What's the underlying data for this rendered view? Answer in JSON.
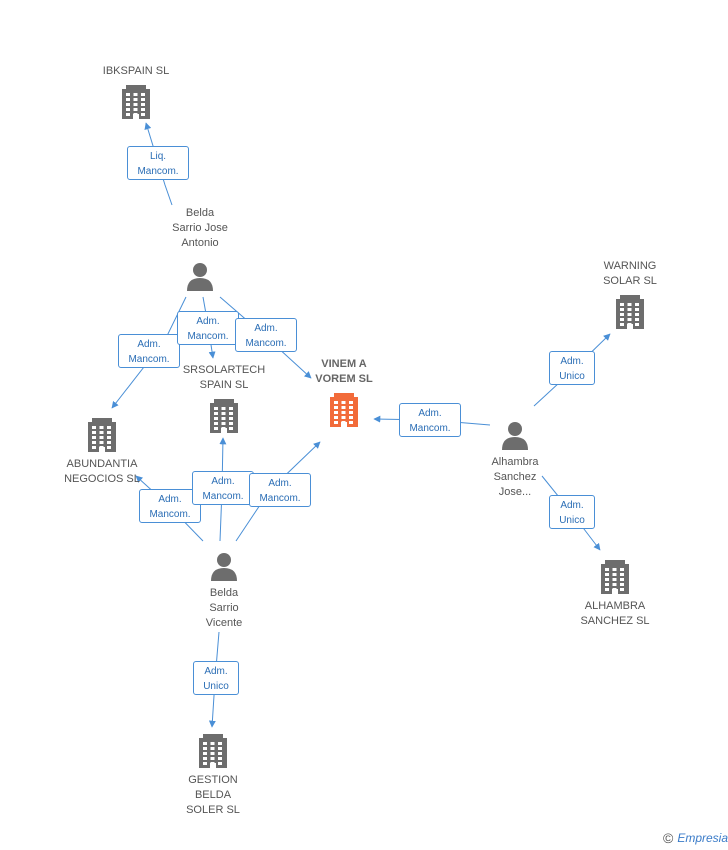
{
  "nodes": {
    "ibkspain": {
      "type": "company",
      "label": "IBKSPAIN SL",
      "color": "#6d6d6d"
    },
    "belda_jose": {
      "type": "person",
      "label": "Belda\nSarrio Jose\nAntonio",
      "color": "#6d6d6d"
    },
    "srsolartech": {
      "type": "company",
      "label": "SRSOLARTECH\nSPAIN SL",
      "color": "#6d6d6d"
    },
    "vinem": {
      "type": "company",
      "label": "VINEM A\nVOREM SL",
      "color": "#f26b3a",
      "focus": true
    },
    "abundantia": {
      "type": "company",
      "label": "ABUNDANTIA\nNEGOCIOS SL",
      "color": "#6d6d6d"
    },
    "warning": {
      "type": "company",
      "label": "WARNING\nSOLAR SL",
      "color": "#6d6d6d"
    },
    "alhambra_person": {
      "type": "person",
      "label": "Alhambra\nSanchez\nJose...",
      "color": "#6d6d6d"
    },
    "alhambra_company": {
      "type": "company",
      "label": "ALHAMBRA\nSANCHEZ SL",
      "color": "#6d6d6d"
    },
    "belda_vicente": {
      "type": "person",
      "label": "Belda\nSarrio\nVicente",
      "color": "#6d6d6d"
    },
    "gestion": {
      "type": "company",
      "label": "GESTION\nBELDA\nSOLER SL",
      "color": "#6d6d6d"
    }
  },
  "edges": [
    {
      "id": "e1",
      "lines": [
        "Liq.",
        "Mancom."
      ]
    },
    {
      "id": "e2",
      "lines": [
        "Adm.",
        "Mancom."
      ]
    },
    {
      "id": "e3",
      "lines": [
        "Adm.",
        "Mancom."
      ]
    },
    {
      "id": "e4",
      "lines": [
        "Adm.",
        "Mancom."
      ]
    },
    {
      "id": "e5",
      "lines": [
        "Adm.",
        "Mancom."
      ]
    },
    {
      "id": "e6",
      "lines": [
        "Adm.",
        "Unico"
      ]
    },
    {
      "id": "e7",
      "lines": [
        "Adm.",
        "Unico"
      ]
    },
    {
      "id": "e8",
      "lines": [
        "Adm.",
        "Mancom."
      ]
    },
    {
      "id": "e9",
      "lines": [
        "Adm.",
        "Mancom."
      ]
    },
    {
      "id": "e10",
      "lines": [
        "Adm.",
        "Mancom."
      ]
    },
    {
      "id": "e11",
      "lines": [
        "Adm.",
        "Unico"
      ]
    }
  ],
  "colors": {
    "edge": "#4a8fd6",
    "icon": "#6d6d6d",
    "focus": "#f26b3a"
  },
  "watermark": {
    "symbol": "©",
    "brand": "Empresia"
  }
}
